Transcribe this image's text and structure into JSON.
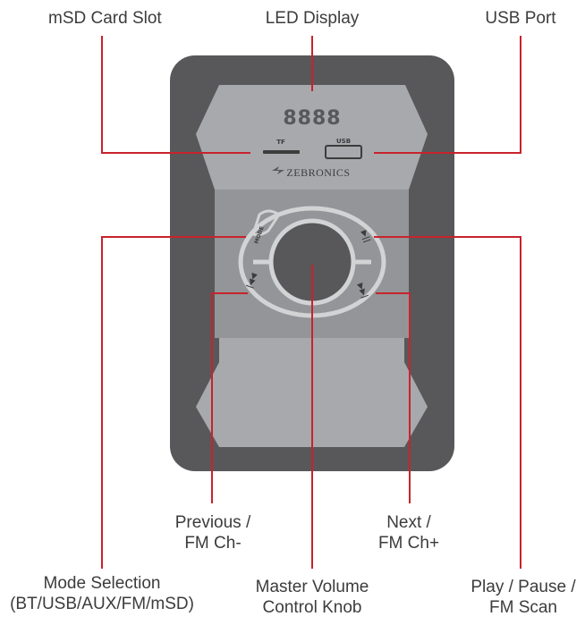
{
  "labels": {
    "msd_slot": "mSD Card Slot",
    "led_display": "LED Display",
    "usb_port": "USB Port",
    "previous": [
      "Previous /",
      "FM Ch-"
    ],
    "next": [
      "Next /",
      "FM Ch+"
    ],
    "mode": [
      "Mode Selection",
      "(BT/USB/AUX/FM/mSD)"
    ],
    "volume": [
      "Master Volume",
      "Control Knob"
    ],
    "play": [
      "Play / Pause /",
      "FM Scan"
    ]
  },
  "panel": {
    "led_digits": "8888",
    "tf_label": "TF",
    "usb_label": "USB",
    "brand": "ZEBRONICS",
    "mode_button": "MODE"
  },
  "colors": {
    "leader_line": "#c8232c",
    "body": "#58585a",
    "face": "#a7a9ac",
    "face_dark": "#939598",
    "ring": "#d1d3d4",
    "text": "#3c3c3c"
  }
}
